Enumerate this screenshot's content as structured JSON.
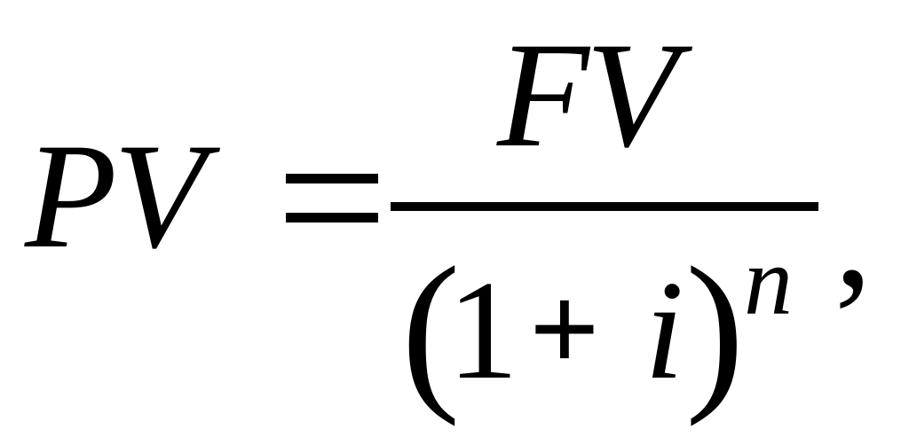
{
  "formula": {
    "lhs": "PV",
    "equals": "=",
    "numerator": "FV",
    "denominator": {
      "open_paren": "(",
      "one": "1",
      "plus": "+",
      "variable": "i",
      "close_paren": ")",
      "exponent": "n"
    },
    "trailing": ","
  }
}
